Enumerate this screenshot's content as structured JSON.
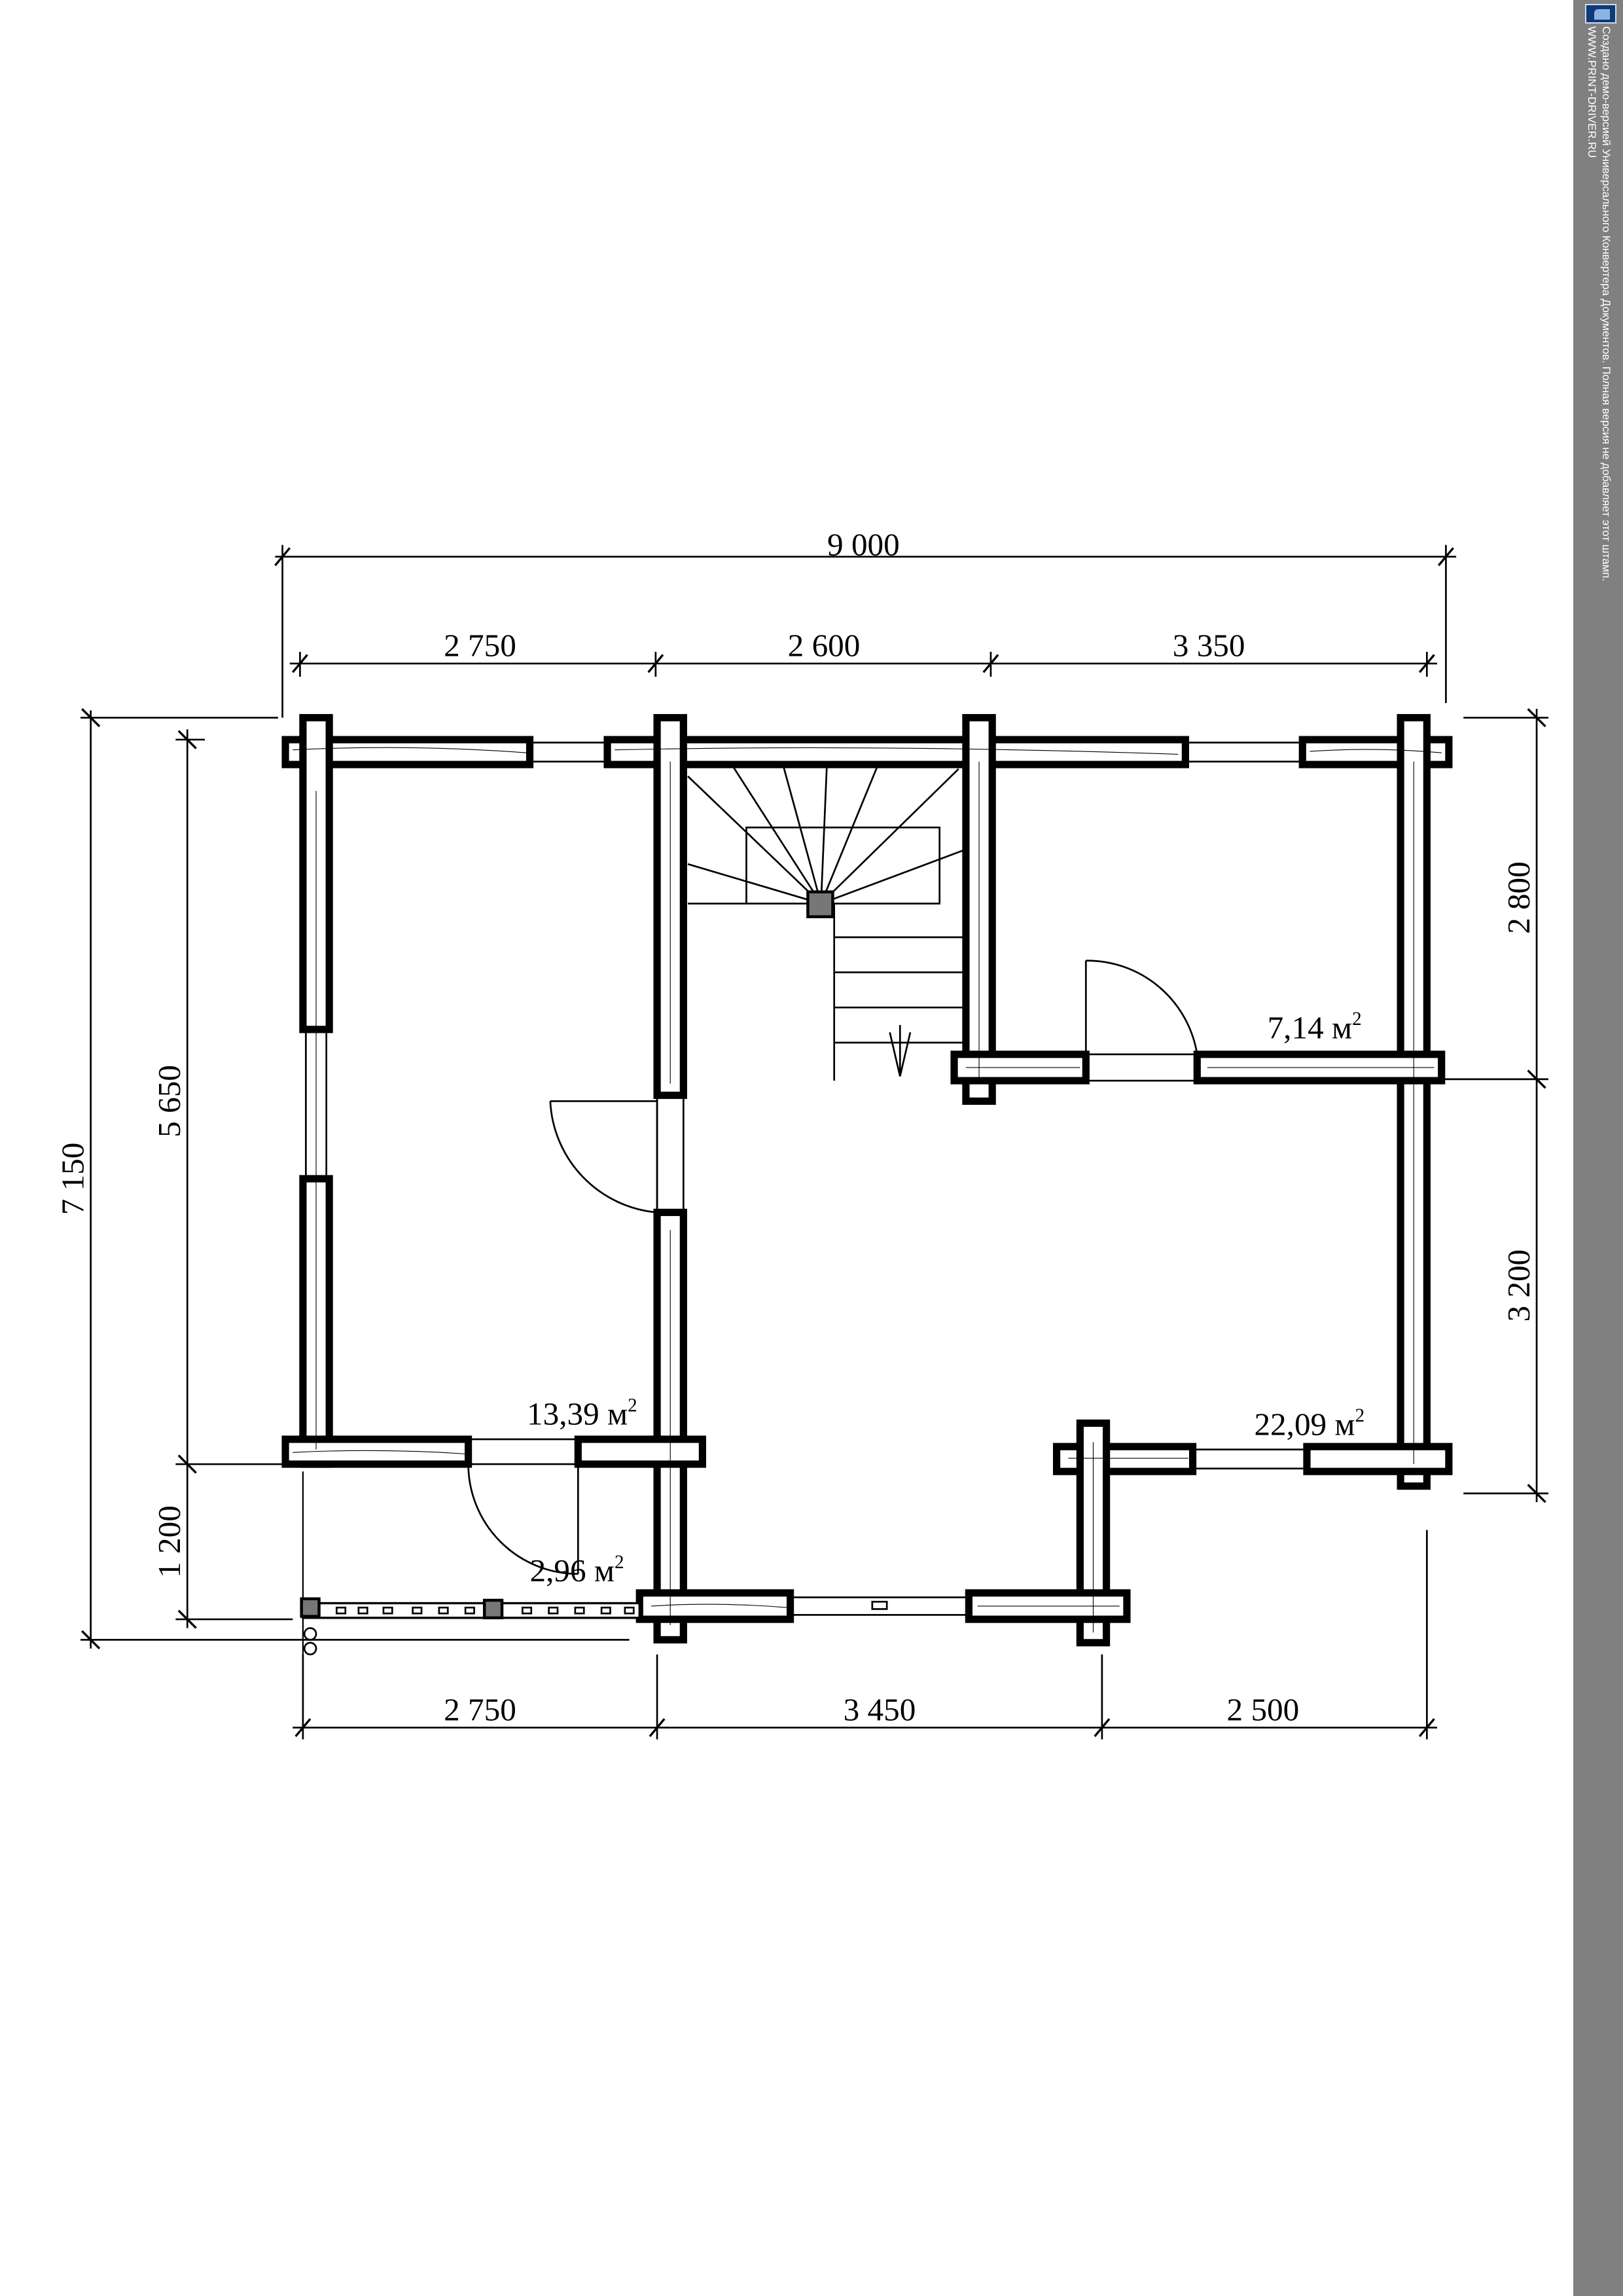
{
  "dimensions": {
    "top_overall": "9 000",
    "top_segments": [
      "2 750",
      "2 600",
      "3 350"
    ],
    "bottom_segments": [
      "2 750",
      "3 450",
      "2 500"
    ],
    "left_overall": "7 150",
    "left_segments": [
      "5 650",
      "1 200"
    ],
    "right_segments": [
      "2 800",
      "3 200"
    ]
  },
  "rooms": [
    {
      "area": "13,39 м",
      "unit_sup": "2"
    },
    {
      "area": "2,96 м",
      "unit_sup": "2"
    },
    {
      "area": "7,14 м",
      "unit_sup": "2"
    },
    {
      "area": "22,09 м",
      "unit_sup": "2"
    }
  ],
  "watermark": {
    "line1": "Создано демо-версией Универсального Конвертера Документов. Полная версия не добавляет этот штамп.",
    "line2": "WWW.PRINT-DRIVER.RU",
    "logo_color": "#0d3a78",
    "strip_color": "#808080"
  }
}
